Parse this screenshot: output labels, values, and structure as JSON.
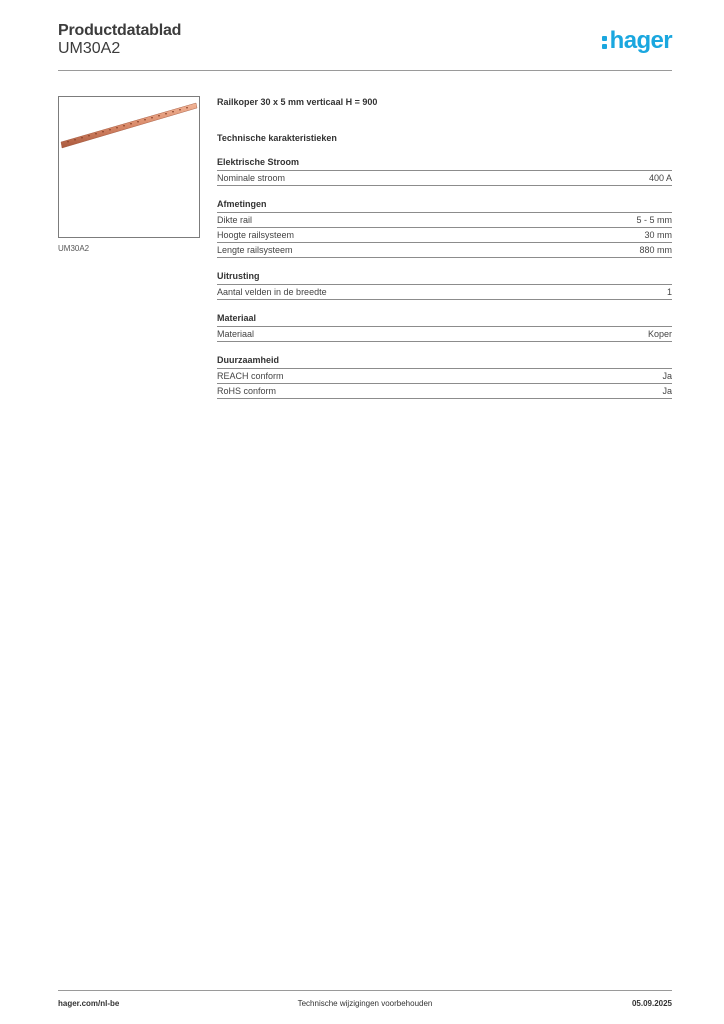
{
  "header": {
    "title": "Productdatablad",
    "code": "UM30A2",
    "logo": "hager"
  },
  "product": {
    "image_caption": "UM30A2",
    "description": "Railkoper 30 x 5 mm verticaal H = 900"
  },
  "specs": {
    "heading": "Technische karakteristieken",
    "groups": [
      {
        "title": "Elektrische Stroom",
        "rows": [
          {
            "label": "Nominale stroom",
            "value": "400 A"
          }
        ]
      },
      {
        "title": "Afmetingen",
        "rows": [
          {
            "label": "Dikte rail",
            "value": "5 - 5 mm"
          },
          {
            "label": "Hoogte railsysteem",
            "value": "30 mm"
          },
          {
            "label": "Lengte railsysteem",
            "value": "880 mm"
          }
        ]
      },
      {
        "title": "Uitrusting",
        "rows": [
          {
            "label": "Aantal velden in de breedte",
            "value": "1"
          }
        ]
      },
      {
        "title": "Materiaal",
        "rows": [
          {
            "label": "Materiaal",
            "value": "Koper"
          }
        ]
      },
      {
        "title": "Duurzaamheid",
        "rows": [
          {
            "label": "REACH conform",
            "value": "Ja"
          },
          {
            "label": "RoHS conform",
            "value": "Ja"
          }
        ]
      }
    ]
  },
  "footer": {
    "website": "hager.com/nl-be",
    "disclaimer": "Technische wijzigingen voorbehouden",
    "date": "05.09.2025"
  },
  "colors": {
    "brand": "#1aa7df",
    "copper": "#d98a6a"
  }
}
